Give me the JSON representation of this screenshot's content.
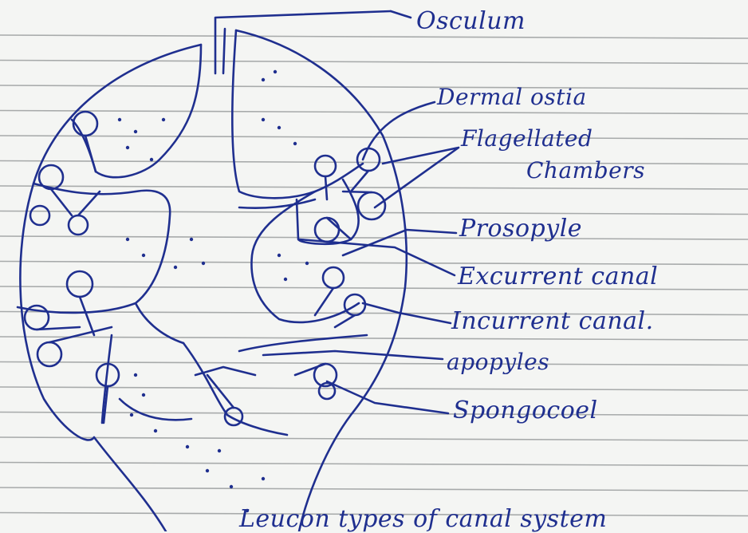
{
  "labels": {
    "osculum": "Osculum",
    "dermal_ostia": "Dermal ostia",
    "flagellated_1": "Flagellated",
    "flagellated_2": "Chambers",
    "prosopyle": "Prosopyle",
    "excurrent": "Excurrent canal",
    "incurrent": "Incurrent canal.",
    "apopyles": "apopyles",
    "spongocoel": "Spongocoel",
    "bottom_note": "Leucon types of canal system"
  },
  "colors": {
    "ink": "#1f2f8f",
    "paper": "#f4f5f3",
    "rule": "#6a6d70"
  }
}
